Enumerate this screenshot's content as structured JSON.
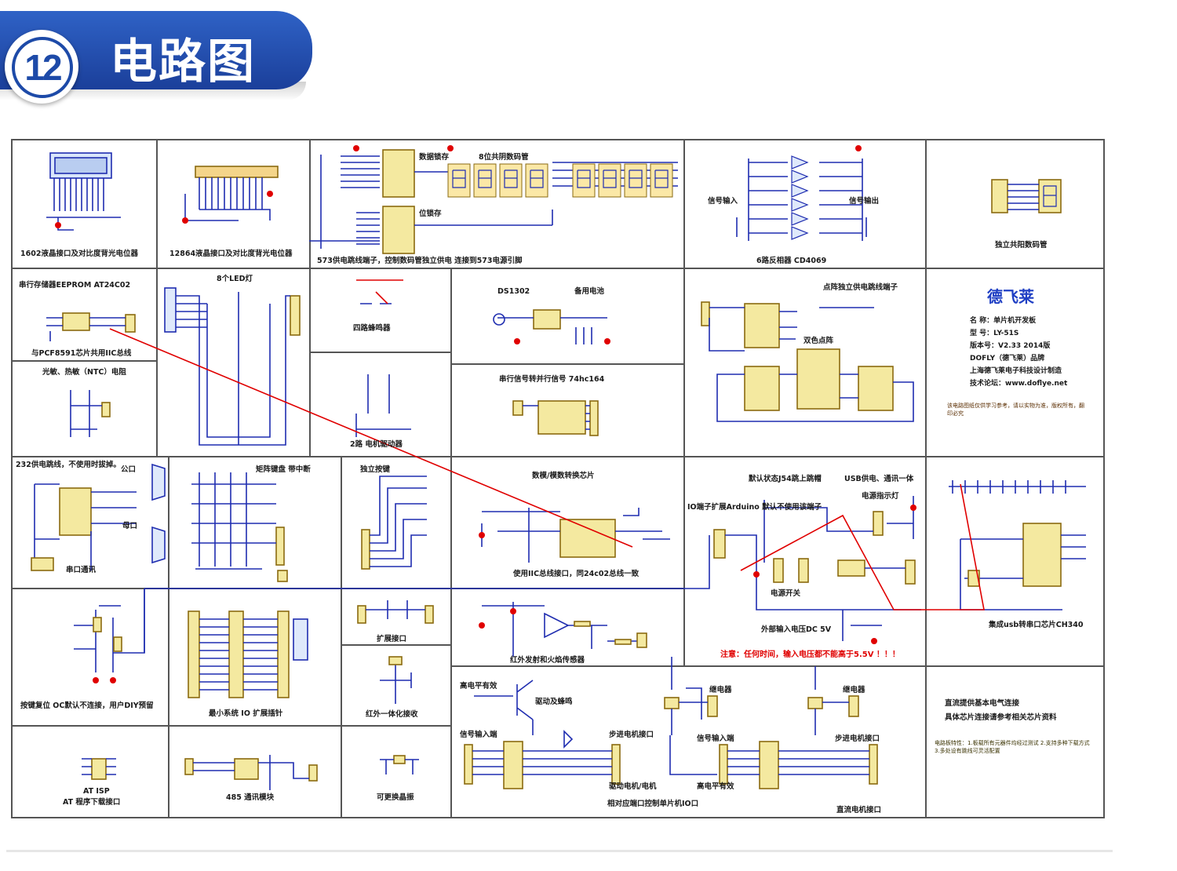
{
  "header": {
    "number": "12",
    "title": "电路图"
  },
  "colors": {
    "header_blue": "#2350b4",
    "wire_blue": "#1f2db0",
    "label_dark": "#1a1a1a",
    "arrow_red": "#e00000",
    "highlight_orange": "#f7941d",
    "note_yellow": "#fdf18a"
  },
  "labels": {
    "c1": "1602液晶接口及对比度背光电位器",
    "c2": "12864液晶接口及对比度背光电位器",
    "c3": "573供电跳线端子，控制数码管独立供电 连接到573电源引脚",
    "c3_latch1": "数据锁存",
    "c3_seg": "8位共阴数码管",
    "c3_latch2": "位锁存",
    "c4": "6路反相器 CD4069",
    "c4_in": "信号输入",
    "c4_out": "信号输出",
    "c5": "独立共阳数码管",
    "eeprom": "串行存储器EEPROM AT24C02",
    "eeprom2": "与PCF8591芯片共用IIC总线",
    "leds": "8个LED灯",
    "buzzer": "四路蜂鸣器",
    "ds1302": "DS1302",
    "battery": "备用电池",
    "ntc": "光敏、热敏（NTC）电阻",
    "hc164": "串行信号转并行信号 74hc164",
    "step": "2路  电机驱动器",
    "matrix": "点阵独立供电跳线端子",
    "dual": "双色点阵",
    "brand": "德飞莱",
    "spec_name": "名  称：单片机开发板",
    "spec_model": "型  号：LY-51S",
    "spec_ver": "版本号：V2.33 2014版",
    "spec_brand": "DOFLY（德飞莱）品牌",
    "spec_maker": "上海德飞莱电子科技设计制造",
    "spec_web": "技术论坛：www.doflye.net",
    "orange_note": "该电路图纸仅供学习参考，请以实物为准，版权所有，翻印必究",
    "rs232": "232供电跳线，不使用时拔掉。",
    "com1": "公口",
    "com2": "母口",
    "serial": "串口通讯",
    "keypad": "矩阵键盘 带中断",
    "indep_keys": "独立按键",
    "adc": "数模/模数转换芯片",
    "adc2": "使用IIC总线接口，同24c02总线一致",
    "usb_title": "默认状态J54跳上跳帽",
    "usb_pwr": "USB供电、通讯一体",
    "pwr_led": "电源指示灯",
    "ext": "IO端子扩展Arduino 默认不使用该端子",
    "pwr_switch": "电源开关",
    "dc_in": "外部输入电压DC 5V",
    "warning": "注意：任何时间，输入电压都不能高于5.5V ！！！",
    "ch340": "集成usb转串口芯片CH340",
    "reset": "按键复位  OC默认不连接，用户DIY预留",
    "minimal": "最小系统 IO 扩展插针",
    "ir_sensor": "红外发射和火焰传感器",
    "expand": "扩展接口",
    "ir_rx": "红外一体化接收",
    "crystal": "可更换晶振",
    "isp": "AT ISP",
    "isp2": "AT 程序下载接口",
    "r485": "485 通讯模块",
    "relay_hi": "高电平有效",
    "relay_drv": "驱动及蜂鸣",
    "relay1": "继电器",
    "relay2": "继电器",
    "sig_in1": "信号输入端",
    "sig_in2": "信号输入端",
    "stepper1": "步进电机接口",
    "stepper2": "步进电机接口",
    "motor_drv": "驱动电机/电机",
    "motor_note": "相对应端口控制单片机IO口",
    "hi_eff2": "高电平有效",
    "dc_motor": "直流电机接口",
    "extra1": "直流提供基本电气连接",
    "extra2": "具体芯片连接请参考相关芯片资料",
    "yellow_note": "电路板特性：1.板载所有元器件均经过测试 2.支持多种下载方式 3.多处设有跳线可灵活配置"
  }
}
